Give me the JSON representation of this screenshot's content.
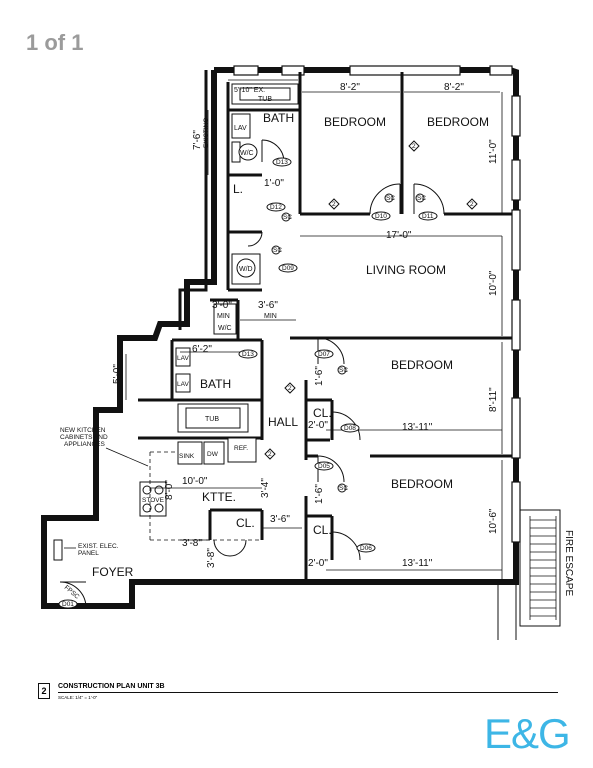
{
  "page_counter": "1 of 1",
  "rooms": {
    "bath_top": "BATH",
    "bedroom_1": "BEDROOM",
    "bedroom_2": "BEDROOM",
    "living_room": "LIVING ROOM",
    "bedroom_3": "BEDROOM",
    "bath_mid": "BATH",
    "hall": "HALL",
    "bedroom_4": "BEDROOM",
    "kitchen": "KTTE.",
    "foyer": "FOYER",
    "closet_top": "L.",
    "closet_hall": "CL.",
    "closet_kitchen": "CL.",
    "closet_bed4": "CL.",
    "fire_escape": "FIRE ESCAPE"
  },
  "fixtures": {
    "tub_top": "TUB",
    "lav_top": "LAV",
    "wc_top": "W/C",
    "wd": "W/D",
    "min_top": "MIN",
    "wc_mid": "W/C",
    "lav_mid_1": "LAV",
    "lav_mid_2": "LAV",
    "tub_mid": "TUB",
    "dw": "DW",
    "ref": "REF.",
    "sink": "SINK",
    "stove": "STOVE",
    "new_kitchen_note": [
      "NEW KITCHEN",
      "CABINETS AND",
      "APPLIANCES"
    ],
    "elec_note": [
      "EXIST. ELEC.",
      "PANEL"
    ],
    "existing": "EXISTING"
  },
  "dimensions": {
    "tub_width": "5'-10\" EX.",
    "bed1_width": "8'-2\"",
    "bed2_width": "8'-2\"",
    "bed_depth": "11'-0\"",
    "bath_height": "7'-6\"",
    "closet_width": "1'-0\"",
    "living_width": "17'-0\"",
    "living_depth": "10'-0\"",
    "min_1": "3'-0\"",
    "min_1_label": "MIN",
    "min_2": "3'-6\"",
    "min_2_label": "MIN",
    "bath_mid_width": "6'-2\"",
    "bath_mid_height": "5'-0\"",
    "bed3_closet": "1'-6\"",
    "bed3_depth": "8'-11\"",
    "closet_depth_1": "2'-0\"",
    "bed3_width": "13'-11\"",
    "kitchen_width": "10'-0\"",
    "kitchen_depth": "8'-0\"",
    "kitchen_sub": "3'-4\"",
    "hall_width": "3'-6\"",
    "foyer_width": "3'-8\"",
    "foyer_height": "3'-8\"",
    "bed4_closet": "1'-6\"",
    "bed4_depth": "10'-6\"",
    "closet_depth_2": "2'-0\"",
    "bed4_width": "13'-11\""
  },
  "doors": [
    "D13",
    "D12",
    "D10",
    "D11",
    "D09",
    "D13",
    "D07",
    "D08",
    "D05",
    "D06",
    "D01"
  ],
  "door_sc": "SC",
  "door_fpsc": "FPSC",
  "diamond_tag": "2",
  "title_block": {
    "sheet_number": "2",
    "title": "CONSTRUCTION PLAN UNIT 3B",
    "scale": "SCALE: 1/4\" = 1'-0\""
  },
  "logo": "E&G",
  "colors": {
    "logo": "#3db6e6",
    "counter": "#9b9b9b",
    "ink": "#111111"
  }
}
